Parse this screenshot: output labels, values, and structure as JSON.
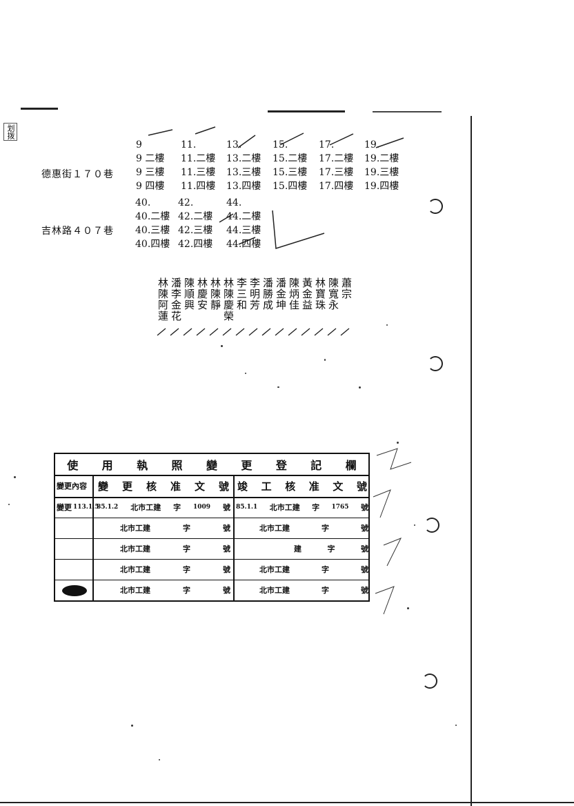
{
  "margin_stamp": "划拨",
  "block1": {
    "street": "德惠街１７０巷",
    "rows": [
      [
        "9",
        "11.",
        "13.",
        "15.",
        "17.",
        "19."
      ],
      [
        "9 二樓",
        "11.二樓",
        "13.二樓",
        "15.二樓",
        "17.二樓",
        "19.二樓"
      ],
      [
        "9 三樓",
        "11.三樓",
        "13.三樓",
        "15.三樓",
        "17.三樓",
        "19.三樓"
      ],
      [
        "9 四樓",
        "11.四樓",
        "13.四樓",
        "15.四樓",
        "17.四樓",
        "19.四樓"
      ]
    ]
  },
  "block2": {
    "street": "吉林路４０７巷",
    "rows": [
      [
        "40.",
        "42.",
        "44."
      ],
      [
        "40.二樓",
        "42.二樓",
        "44.二樓"
      ],
      [
        "40.三樓",
        "42.三樓",
        "44.三樓"
      ],
      [
        "40.四樓",
        "42.四樓",
        "44.四樓"
      ]
    ]
  },
  "owners": [
    "林陳阿蓮",
    "潘李金花",
    "陳順興",
    "林慶安",
    "林陳靜",
    "林陳慶榮",
    "李三和",
    "李明芳",
    "潘勝成",
    "潘金坤",
    "陳炳佳",
    "黃金益",
    "林寶珠",
    "陳寬永",
    "蕭宗"
  ],
  "register": {
    "title_chars": [
      "使",
      "用",
      "執",
      "照",
      "變",
      "更",
      "登",
      "記",
      "欄"
    ],
    "col_change": "變更內容",
    "col_approval": [
      "變",
      "更",
      "核",
      "准",
      "文",
      "號"
    ],
    "col_completion": [
      "竣",
      "工",
      "核",
      "准",
      "文",
      "號"
    ],
    "row1": {
      "change": "變更",
      "change_note": "113.1.5",
      "approval_date": "85.1.2",
      "approval_prefix": "北市工建",
      "approval_zi": "字",
      "approval_num": "1009",
      "approval_suffix": "號",
      "completion_date": "85.1.1",
      "completion_prefix": "北市工建",
      "completion_zi": "字",
      "completion_num": "1765",
      "completion_suffix": "號"
    },
    "blank_prefix": "北市工建",
    "blank_zi": "字",
    "blank_suffix": "號",
    "partial_jian": "建"
  }
}
